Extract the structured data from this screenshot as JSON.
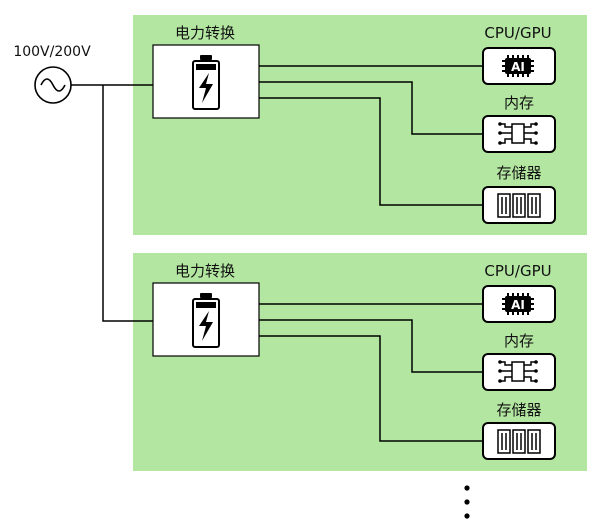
{
  "source": {
    "label": "100V/200V"
  },
  "servers": [
    {
      "converter_label": "电力转换",
      "cpu_label": "CPU/GPU",
      "chip_text": "AI",
      "memory_label": "内存",
      "storage_label": "存储器"
    },
    {
      "converter_label": "电力转换",
      "cpu_label": "CPU/GPU",
      "chip_text": "AI",
      "memory_label": "内存",
      "storage_label": "存储器"
    }
  ],
  "more_indicator": "⋮",
  "colors": {
    "panel": "#b3e6a1",
    "line": "#000000",
    "box": "#ffffff"
  }
}
